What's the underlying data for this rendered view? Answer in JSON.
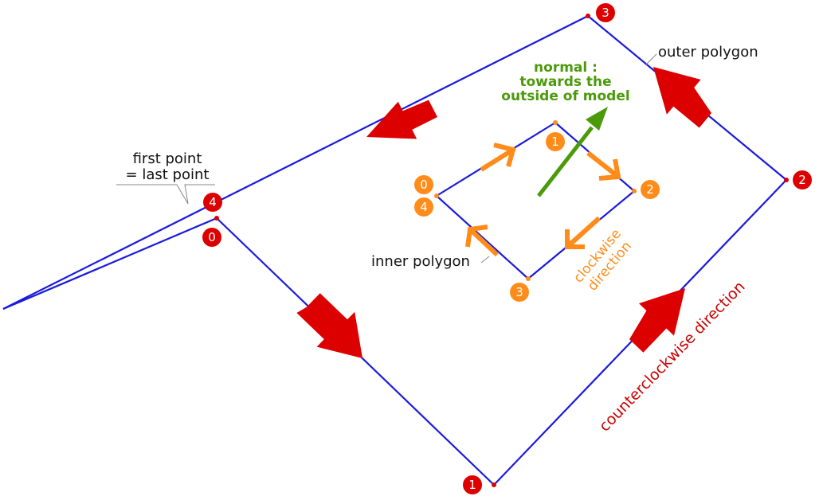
{
  "labels": {
    "outer_polygon": "outer polygon",
    "inner_polygon": "inner polygon",
    "first_point_line1": "first point",
    "first_point_line2": "= last point",
    "normal_line1": "normal :",
    "normal_line2": "towards the",
    "normal_line3": "outside of model",
    "clockwise_line1": "clockwise",
    "clockwise_line2": "direction",
    "counterclockwise": "counterclockwise direction"
  },
  "outer_points": [
    "0",
    "1",
    "2",
    "3",
    "4"
  ],
  "inner_points": [
    "0",
    "1",
    "2",
    "3",
    "4"
  ],
  "colors": {
    "polygon_edge": "#1a1adf",
    "outer_marker": "#dd0000",
    "inner_marker": "#ff8c1a",
    "normal_arrow": "#4a9a0a",
    "normal_text": "#4a9a0a",
    "label_text": "#111111",
    "clockwise_text": "#ff8c1a",
    "counterclockwise_text": "#cc0000"
  }
}
